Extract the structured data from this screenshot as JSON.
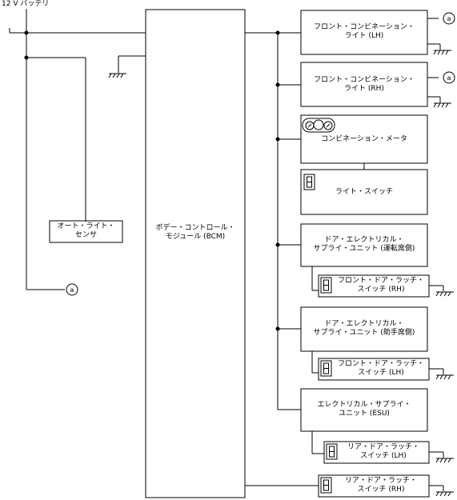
{
  "power_label": "12 V バッテリ",
  "connector_ref": "a",
  "bcm": {
    "line1": "ボデー・コントロール・",
    "line2": "モジュール (BCM)"
  },
  "auto_light_sensor": {
    "line1": "オート・ライト・",
    "line2": "センサ"
  },
  "front_combination_light_lh": {
    "line1": "フロント・コンビネーション・",
    "line2": "ライト (LH)"
  },
  "front_combination_light_rh": {
    "line1": "フロント・コンビネーション・",
    "line2": "ライト (RH)"
  },
  "combination_meter": {
    "label": "コンビネーション・メータ"
  },
  "light_switch": {
    "label": "ライト・スイッチ"
  },
  "door_supply_unit_driver": {
    "line1": "ドア・エレクトリカル・",
    "line2": "サプライ・ユニット (運転席側)"
  },
  "front_door_latch_switch_rh": {
    "line1": "フロント・ドア・ラッチ・",
    "line2": "スイッチ (RH)"
  },
  "door_supply_unit_passenger": {
    "line1": "ドア・エレクトリカル・",
    "line2": "サプライ・ユニット (助手席側)"
  },
  "front_door_latch_switch_lh": {
    "line1": "フロント・ドア・ラッチ・",
    "line2": "スイッチ (LH)"
  },
  "electrical_supply_unit": {
    "line1": "エレクトリカル・サプライ・",
    "line2": "ユニット (ESU)"
  },
  "rear_door_latch_switch_lh": {
    "line1": "リア・ドア・ラッチ・",
    "line2": "スイッチ (LH)"
  },
  "rear_door_latch_switch_rh": {
    "line1": "リア・ドア・ラッチ・",
    "line2": "スイッチ (RH)"
  }
}
